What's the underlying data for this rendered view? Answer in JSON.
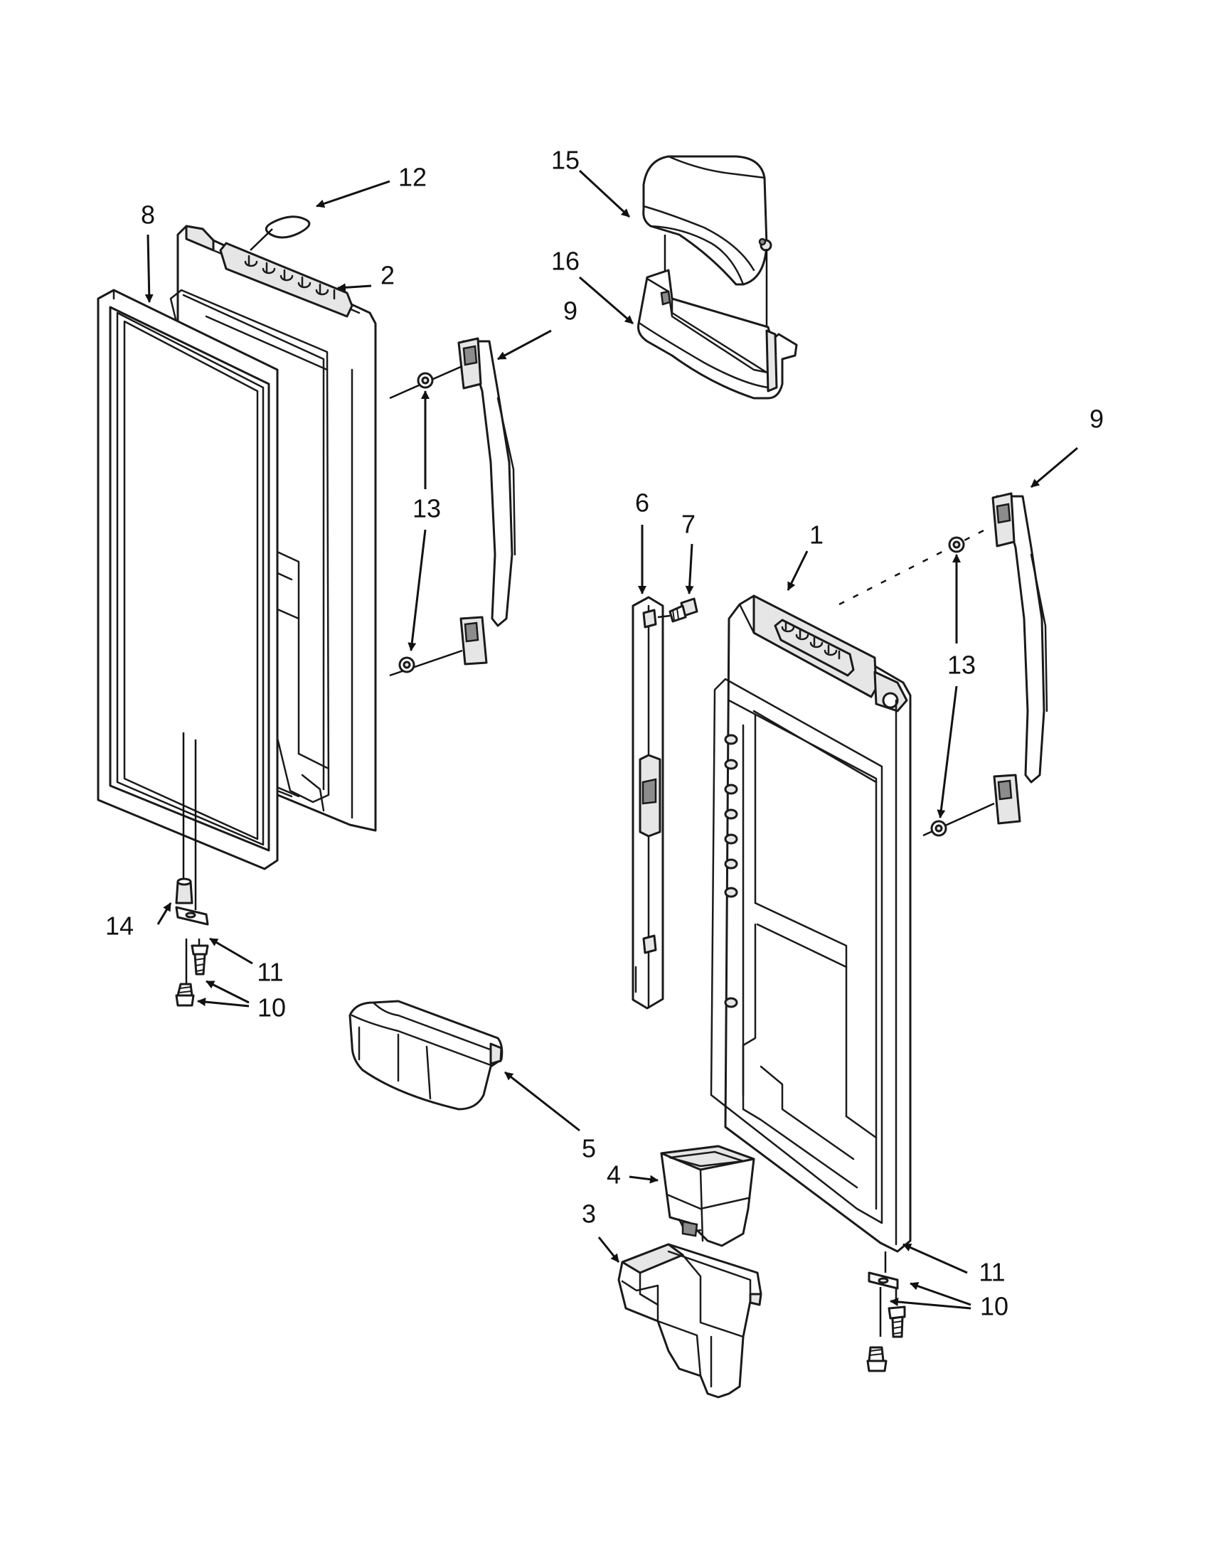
{
  "callouts": {
    "c1": "1",
    "c2": "2",
    "c3": "3",
    "c4": "4",
    "c5": "5",
    "c6": "6",
    "c7": "7",
    "c8": "8",
    "c9a": "9",
    "c9b": "9",
    "c10a": "10",
    "c10b": "10",
    "c11a": "11",
    "c11b": "11",
    "c12": "12",
    "c13a": "13",
    "c13b": "13",
    "c14": "14",
    "c15": "15",
    "c16": "16"
  }
}
